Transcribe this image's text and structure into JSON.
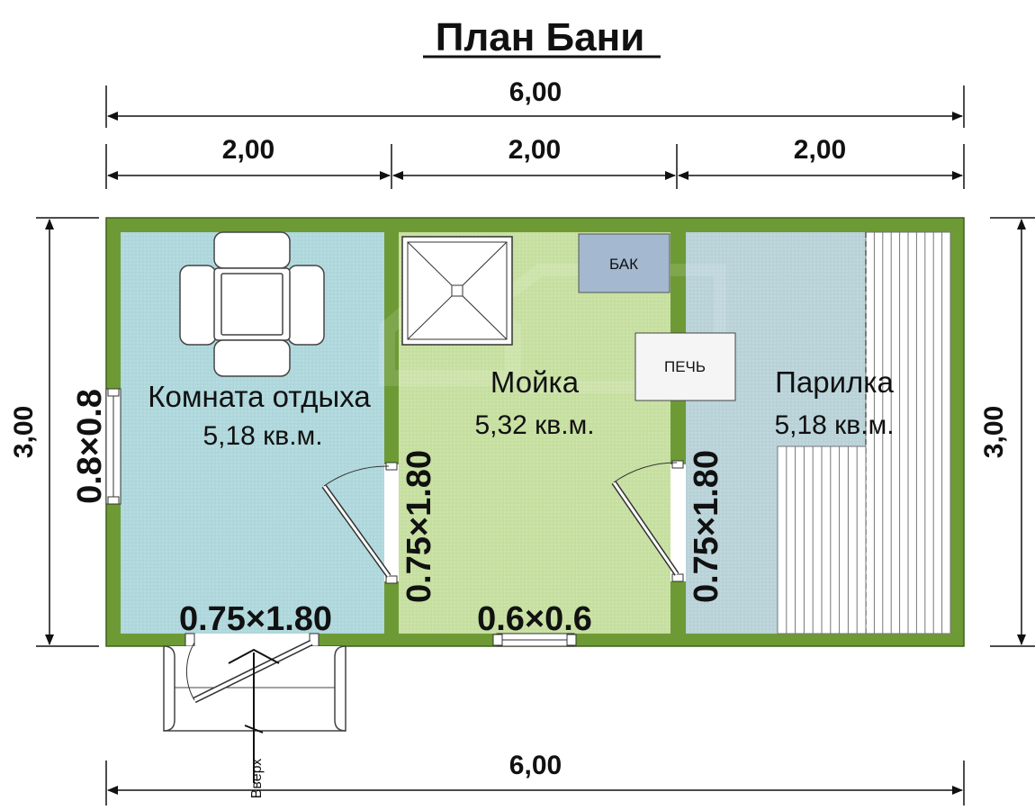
{
  "title": "План Бани",
  "dimensions": {
    "top_total": "6,00",
    "top_segments": [
      "2,00",
      "2,00",
      "2,00"
    ],
    "bottom_total": "6,00",
    "left_height": "3,00",
    "right_height": "3,00"
  },
  "rooms": {
    "rest": {
      "name": "Комната отдыха",
      "area": "5,18 кв.м."
    },
    "wash": {
      "name": "Мойка",
      "area": "5,32 кв.м."
    },
    "steam": {
      "name": "Парилка",
      "area": "5,18 кв.м."
    }
  },
  "fixtures": {
    "tank": "БАК",
    "stove": "ПЕЧЬ"
  },
  "openings": {
    "window_left": "0.8×0.8",
    "door_rest_wash": "0.75×1.80",
    "door_wash_steam": "0.75×1.80",
    "door_entrance": "0.75×1.80",
    "window_wash": "0.6×0.6"
  },
  "stairs_label": "Вверх",
  "colors": {
    "wall": "#6d9a35",
    "rest_room": "#aed7dc",
    "wash_room": "#c6dfa0",
    "steam_room": "#b8d2d8",
    "tank": "#a4b8cf",
    "stove": "#f5f5f5"
  }
}
